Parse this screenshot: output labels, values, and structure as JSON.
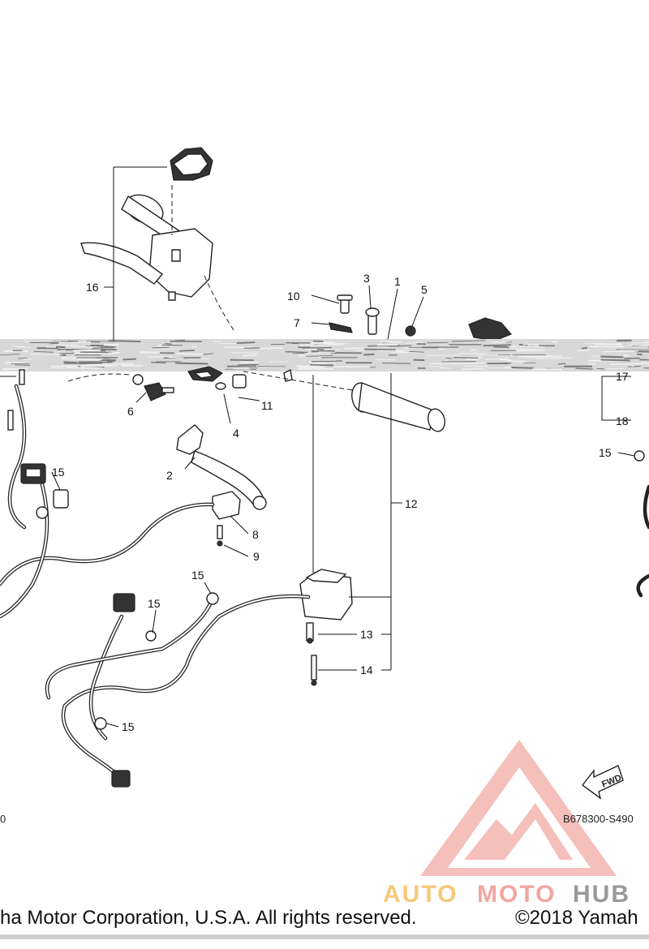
{
  "callouts": {
    "c1": "1",
    "c2": "2",
    "c3": "3",
    "c4": "4",
    "c5": "5",
    "c6": "6",
    "c7": "7",
    "c8": "8",
    "c9": "9",
    "c10": "10",
    "c11": "11",
    "c12": "12",
    "c13": "13",
    "c14": "14",
    "c15a": "15",
    "c15b": "15",
    "c15c": "15",
    "c15d": "15",
    "c15e": "15",
    "c16": "16",
    "c17": "17",
    "c18": "18"
  },
  "fwd_label": "FWD",
  "diagram_id": "B678300-S490",
  "diagram_id_left": "0",
  "watermark": {
    "part1": "AUTO",
    "part2": "MOTO",
    "part3": "HUB",
    "colors": {
      "primary": "#f2a6a0",
      "secondary": "#f5c97a",
      "dark": "#9a9a9a"
    }
  },
  "footer": {
    "left": "ha Motor Corporation, U.S.A. All rights reserved.",
    "right": "©2018 Yamah"
  }
}
